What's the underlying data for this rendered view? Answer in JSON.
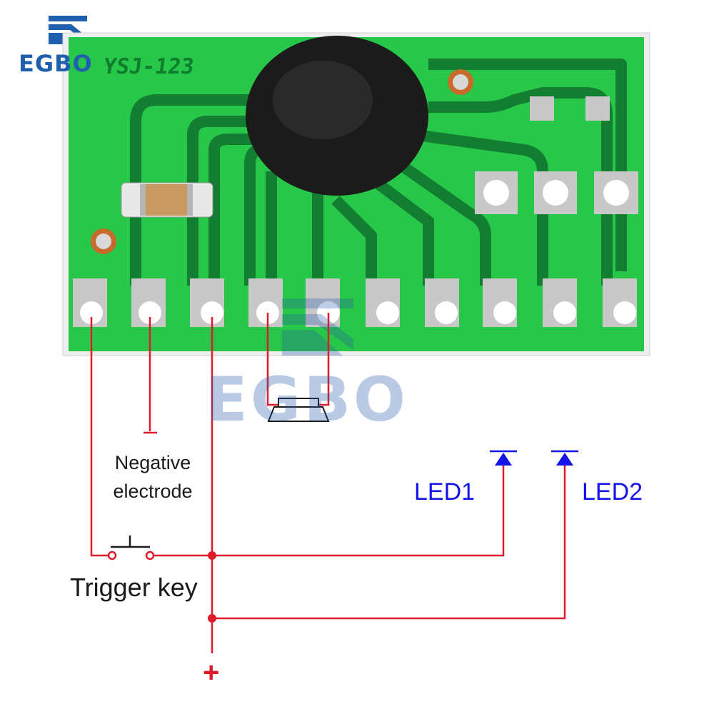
{
  "logo": {
    "text": "EGBO"
  },
  "board": {
    "model_marking": "YSJ-123"
  },
  "labels": {
    "negative_line1": "Negative",
    "negative_line2": "electrode",
    "trigger_key": "Trigger key",
    "led1": "LED1",
    "led2": "LED2",
    "plus": "+",
    "minus": "−"
  },
  "colors": {
    "pcb_green": "#27c84a",
    "pcb_dark": "#0f7a2a",
    "wire_red": "#e01b2b",
    "led_blue": "#1414e6",
    "pad_silver": "#c8c8c8",
    "logo_blue": "#1f5fae"
  }
}
